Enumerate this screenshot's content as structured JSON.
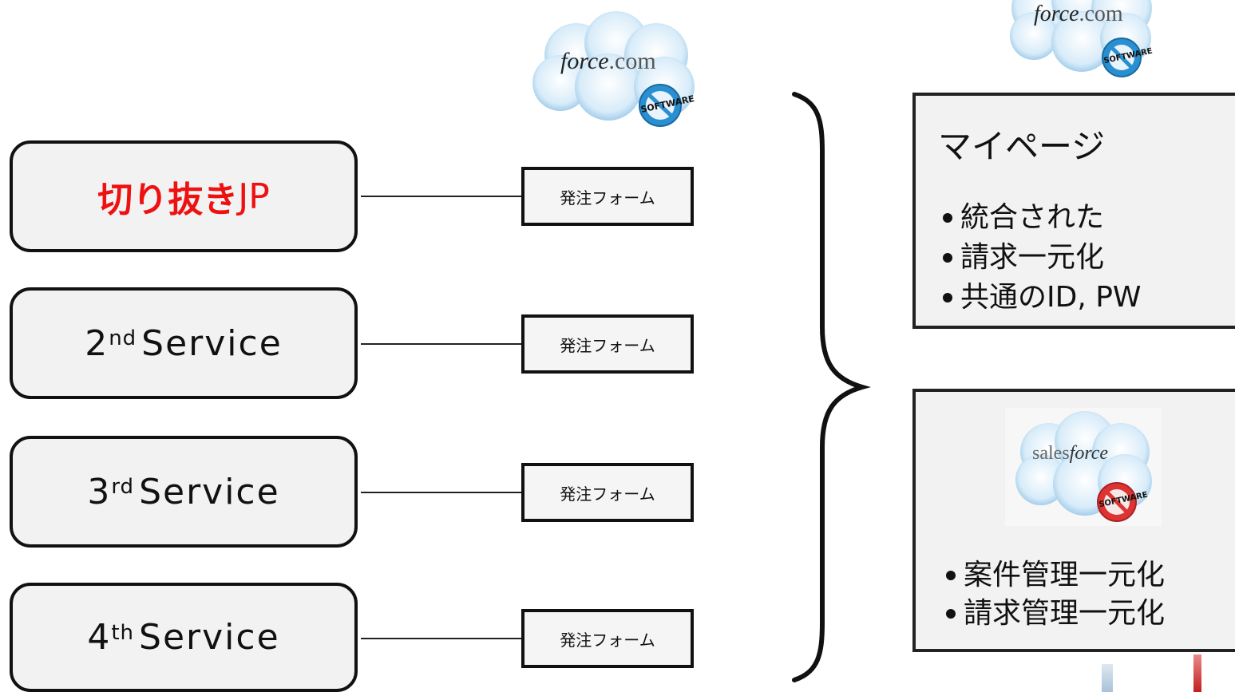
{
  "services": [
    {
      "main": "切り抜き",
      "suffix": "JP",
      "ordinal": "",
      "sup": "",
      "name": ""
    },
    {
      "main": "",
      "suffix": "",
      "ordinal": "2",
      "sup": "nd",
      "name": "Service"
    },
    {
      "main": "",
      "suffix": "",
      "ordinal": "3",
      "sup": "rd",
      "name": "Service"
    },
    {
      "main": "",
      "suffix": "",
      "ordinal": "4",
      "sup": "th",
      "name": "Service"
    }
  ],
  "order_form_label": "発注フォーム",
  "logos": {
    "force_top": {
      "brand": "force",
      "tld": ".com",
      "badge": "SOFTWARE"
    },
    "force_right": {
      "brand": "force",
      "tld": ".com",
      "badge": "SOFTWARE"
    },
    "salesforce": {
      "brand_prefix": "sales",
      "brand": "force",
      "badge": "SOFTWARE"
    }
  },
  "mypage": {
    "title": "マイページ",
    "bullets": [
      "統合された",
      "請求一元化",
      "共通のID, PW"
    ]
  },
  "salesforce_panel": {
    "bullets": [
      "案件管理一元化",
      "請求管理一元化"
    ]
  },
  "colors": {
    "accent_red": "#ee1111",
    "box_fill": "#f2f2f2",
    "cloud_blue": "#9cc9ea"
  }
}
